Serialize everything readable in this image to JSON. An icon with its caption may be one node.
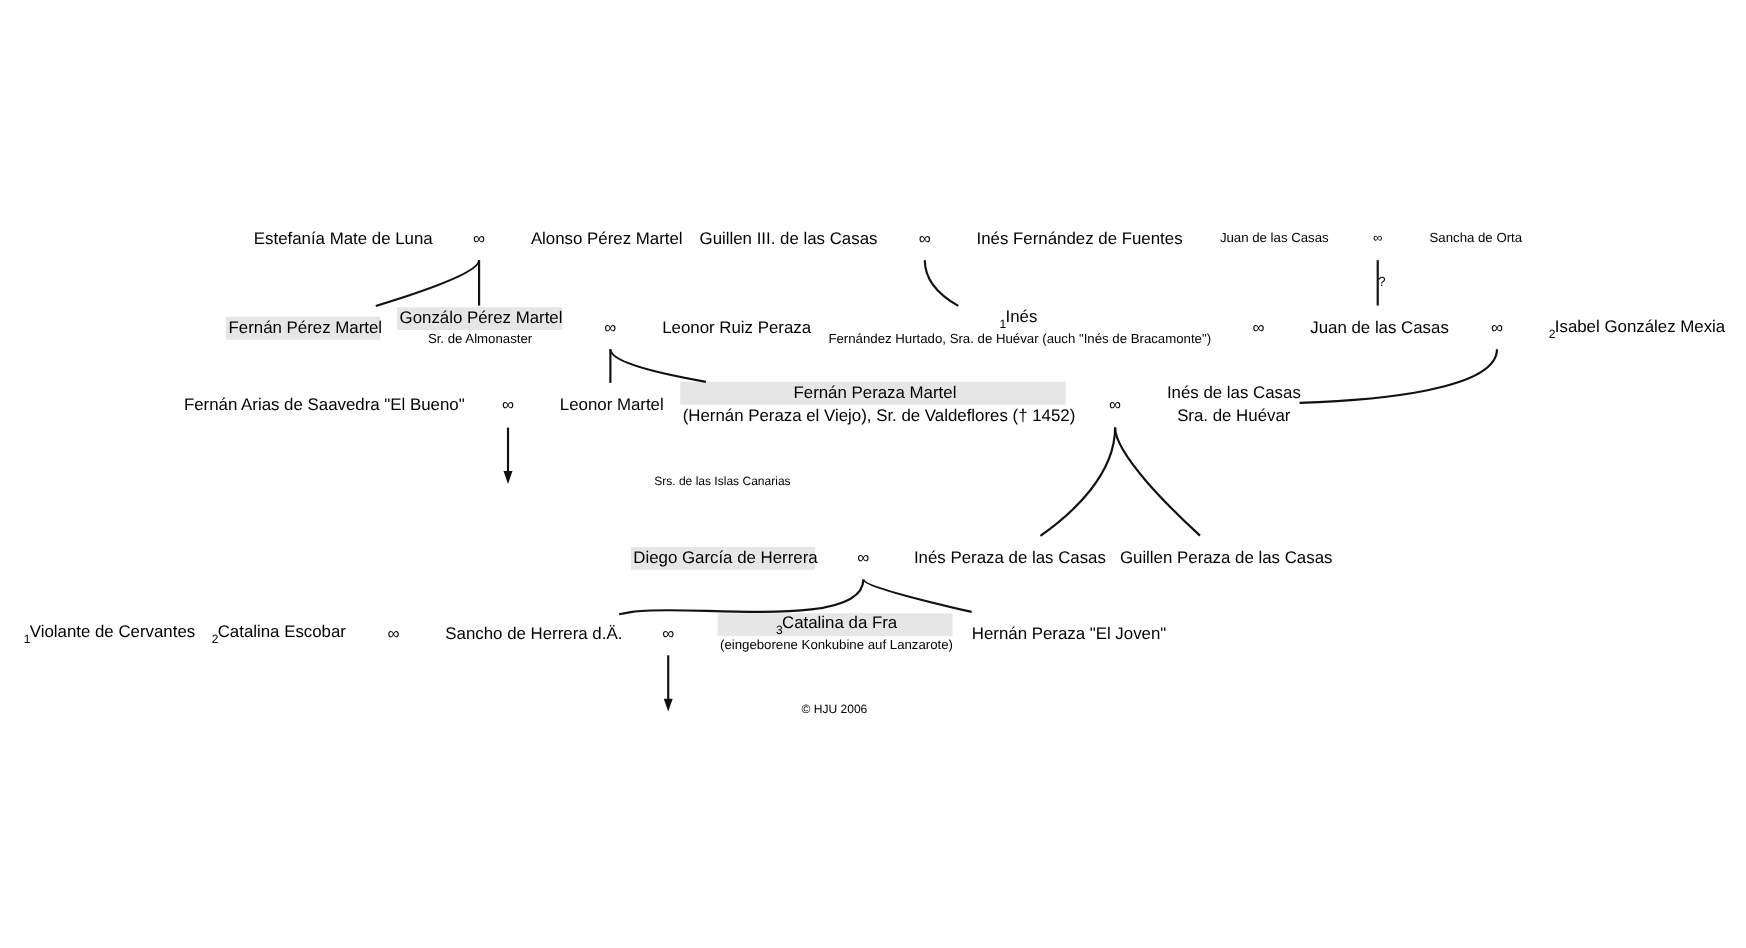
{
  "diagram": {
    "nodes": [
      {
        "text": [
          "Estefanía Mate de Luna"
        ]
      },
      {
        "text": [
          "∞"
        ]
      },
      {
        "text": [
          "Alonso Pérez Martel"
        ]
      },
      {
        "text": [
          "Guillen III. de las Casas"
        ]
      },
      {
        "text": [
          "∞"
        ]
      },
      {
        "text": [
          "Inés Fernández de Fuentes"
        ]
      },
      {
        "text": [
          "Juan de las Casas"
        ]
      },
      {
        "text": [
          "∞"
        ]
      },
      {
        "text": [
          "Sancha de Orta"
        ]
      },
      {
        "text": [
          "Fernán Pérez Martel"
        ]
      },
      {
        "text": [
          "Gonzálo Pérez Martel"
        ],
        "beside": [
          "Sr. de Almonaster"
        ]
      },
      {
        "text": [
          "∞"
        ]
      },
      {
        "text": [
          "Leonor Ruiz Peraza"
        ]
      },
      {
        "text": [
          "$_{1}$Inés",
          "Fernández Hurtado, Sra. de Huévar (auch \"Inés de Bracamonte\")"
        ]
      },
      {
        "text": [
          "∞"
        ]
      },
      {
        "text": [
          "Juan de las Casas"
        ]
      },
      {
        "text": [
          "∞"
        ]
      },
      {
        "text": [
          "$_{2}$Isabel González Mexia"
        ]
      },
      {
        "text": [
          "Fernán Arias de Saavedra \"El Bueno\""
        ]
      },
      {
        "text": [
          "∞"
        ]
      },
      {
        "text": [
          "Leonor Martel"
        ]
      },
      {
        "text": [
          "Fernán Peraza Martel",
          "(Hernán Peraza el Viejo), Sr. de Valdeflores († 1452)"
        ]
      },
      {
        "text": [
          "∞"
        ]
      },
      {
        "text": [
          "Inés de las Casas",
          "Sra. de Huévar"
        ]
      },
      {
        "text": [
          "Diego García de Herrera"
        ]
      },
      {
        "text": [
          "∞"
        ]
      },
      {
        "text": [
          "Inés Peraza de las Casas"
        ]
      },
      {
        "text": [
          "Guillen Peraza de las Casas"
        ]
      },
      {
        "text": [
          "$_{1}$Violante de Cervantes"
        ]
      },
      {
        "text": [
          "$_{2}$Catalina Escobar"
        ]
      },
      {
        "text": [
          "∞"
        ]
      },
      {
        "text": [
          "Sancho de Herrera d.Ä."
        ]
      },
      {
        "text": [
          "∞"
        ]
      },
      {
        "text": [
          "$_{3}$Catalina da Fra",
          "(eingeborene Konkubine auf Lanzarote)"
        ]
      },
      {
        "text": [
          "Hernán Peraza \"El Joven\""
        ]
      }
    ],
    "edges": [
      {
        "from": 1,
        "to": 9,
        "arrow": "none"
      },
      {
        "from": 1,
        "to": 10,
        "arrow": "none"
      },
      {
        "from": 4,
        "to": 13,
        "arrow": "none"
      },
      {
        "from": 7,
        "to": 15,
        "arrow": "none",
        "label": "?"
      },
      {
        "from": 11,
        "to": 20,
        "arrow": "none"
      },
      {
        "from": 11,
        "to": 21,
        "arrow": "none"
      },
      {
        "from": 16,
        "to": 23,
        "arrow": "none"
      },
      {
        "from": 19,
        "to": null,
        "arrow": "to"
      },
      {
        "from": 22,
        "to": 26,
        "arrow": "none"
      },
      {
        "from": 22,
        "to": 27,
        "arrow": "none"
      },
      {
        "from": 25,
        "to": 31,
        "arrow": "none"
      },
      {
        "from": 25,
        "to": 34,
        "arrow": "none"
      },
      {
        "from": 32,
        "to": null,
        "arrow": "to"
      }
    ],
    "labels": [
      "Srs. de las Islas Canarias",
      "© HJU 2006"
    ]
  }
}
